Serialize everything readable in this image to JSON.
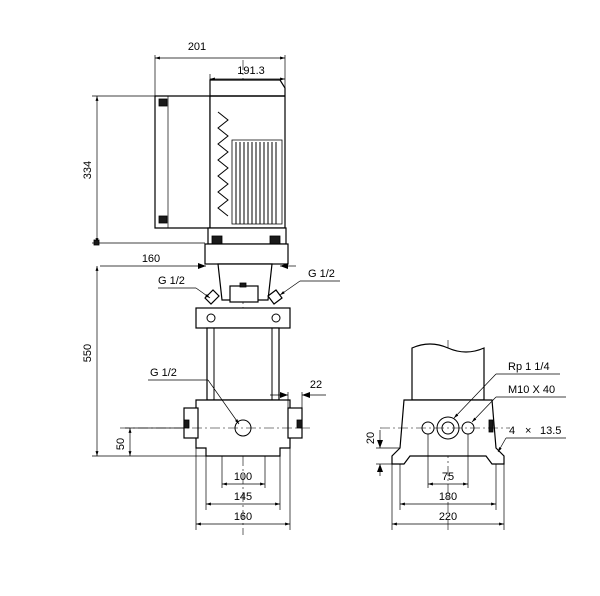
{
  "dimensions": {
    "motor_width": "201",
    "motor_inner_width": "191.3",
    "motor_height": "334",
    "coupling_width": "160",
    "pump_height": "550",
    "inlet_height": "50",
    "flange_offset": "22",
    "base_100": "100",
    "base_145": "145",
    "base_160": "160",
    "side_height": "20",
    "side_75": "75",
    "side_180": "180",
    "side_220": "220"
  },
  "labels": {
    "vent_left": "G 1/2",
    "vent_right": "G 1/2",
    "drain": "G 1/2",
    "connection": "Rp 1 1/4",
    "bolt": "M10 X 40",
    "holes_count": "4",
    "holes_times": "×",
    "holes_diameter": "13.5"
  }
}
